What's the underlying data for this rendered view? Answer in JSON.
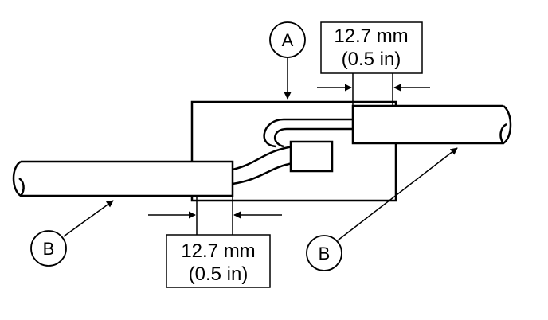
{
  "callouts": {
    "a": "A",
    "b_left": "B",
    "b_right": "B"
  },
  "dimensions": {
    "top": {
      "metric": "12.7 mm",
      "imperial": "(0.5 in)"
    },
    "bottom": {
      "metric": "12.7 mm",
      "imperial": "(0.5 in)"
    }
  },
  "colors": {
    "line": "#000000",
    "background": "#ffffff"
  }
}
